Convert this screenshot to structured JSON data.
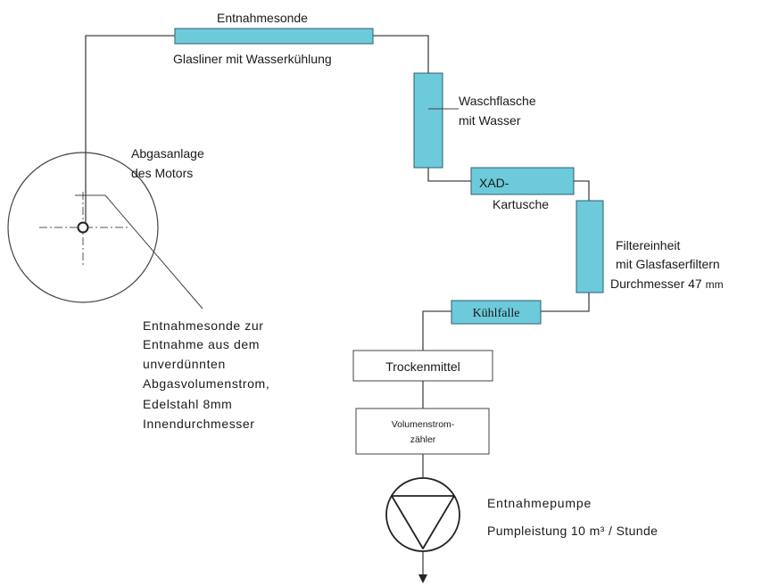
{
  "labels": {
    "probe_top": "Entnahmesonde",
    "glass_liner": "Glasliner mit Wasserkühlung",
    "wash_bottle_1": "Waschflasche",
    "wash_bottle_2": "mit Wasser",
    "exhaust_1": "Abgasanlage",
    "exhaust_2": "des Motors",
    "xad_1": "XAD-",
    "xad_2": "Kartusche",
    "filter_1": "Filtereinheit",
    "filter_2": "mit Glasfaserfiltern",
    "filter_3": "Durchmesser 47",
    "filter_3_unit": "mm",
    "cold_trap": "Kühlfalle",
    "probe_desc": [
      "Entnahmesonde zur",
      "Entnahme aus dem",
      "unverdünnten",
      "Abgasvolumenstrom,",
      "Edelstahl 8mm",
      "Innendurchmesser"
    ],
    "desiccant": "Trockenmittel",
    "flow_meter_1": "Volumenstrom-",
    "flow_meter_2": "zähler",
    "pump_1": "Entnahmepumpe",
    "pump_2": "Pumpleistung  10 m³ / Stunde"
  },
  "colors": {
    "component_fill": "#6ccadb",
    "line": "#444444",
    "text": "#1a1a1a"
  }
}
